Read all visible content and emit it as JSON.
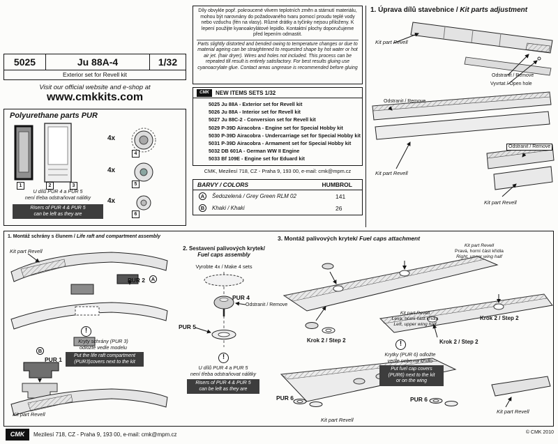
{
  "header": {
    "code": "5025",
    "title": "Ju 88A-4",
    "scale": "1/32",
    "subtitle": "Exterior set for Revell kit"
  },
  "website": {
    "promo": "Visit our official website and e-shop at",
    "url": "www.cmkkits.com"
  },
  "parts_box": {
    "title": "Polyurethane parts PUR",
    "qty": "4x",
    "tags": [
      "1",
      "2",
      "3",
      "4",
      "5",
      "6"
    ],
    "note_cz_1": "U dílů PUR 4 a PUR 5",
    "note_cz_2": "není třeba odstraňovat nálitky",
    "note_en_1": "Risers of PUR 4 & PUR 5",
    "note_en_2": "can be left as they are"
  },
  "disclaimer": {
    "cz": "Díly obvykle popř. pokroucené vlivem teplotních změn a stárnutí materiálu, mohou být narovnány do požadovaného tvaru pomocí proudu teplé vody nebo vzduchu (fén na vlasy). Různé drátky a tyčinky nejsou přiloženy. K lepení použijte kyanoakrylátové lepidlo. Kontaktní plochy doporučujeme před lepením odmastit.",
    "en": "Parts slightly distorted and bended owing to temperature changes or due to material ageing can be straightened to requested shape by hot water or hot air jet. (hair dryer). Wires and holes not included. This process can be repeated till result is entirely satisfactory. For best results gluing use cyanoacrylate glue. Contact areas ungrease is recommended before gluing"
  },
  "new_items": {
    "title": "NEW ITEMS SETS  1/32",
    "items": [
      "5025 Ju 88A - Exterior set for Revell kit",
      "5026 Ju 88A - Interior set for Revell kit",
      "5027 Ju 88C-2 - Conversion set for Revell kit",
      "5029 P-39D Airacobra - Engine set for Special Hobby kit",
      "5030 P-39D Airacobra - Undercarriage set for Special Hobby kit",
      "5031 P-39D Airacobra - Armament set for Special Hobby kit",
      "5032 DB 601A - German WW II Engine",
      "5033 Bf 109E - Engine set for Eduard kit"
    ]
  },
  "address": "CMK, Mezilesí 718, CZ - Praha 9,  193 00, e-mail: cmk@mpm.cz",
  "colors": {
    "title": "BARVY / COLORS",
    "brand": "HUMBROL",
    "rows": [
      {
        "code": "A",
        "name": "Šedozelená / Grey Green RLM 02",
        "value": "141"
      },
      {
        "code": "B",
        "name": "Khaki / Khaki",
        "value": "26"
      }
    ]
  },
  "sections": {
    "adjust": {
      "cz": "1. Úprava dílů stavebnice / ",
      "en": "Kit parts adjustment"
    },
    "s1": {
      "title_cz": "1. Montáž schrány s člunem / ",
      "title_en": "Life raft and compartment assembly",
      "pur1": "PUR 1",
      "pur2": "PUR 2",
      "note_cz_1": "Kryty schrány (PUR 3)",
      "note_cz_2": "odložte vedle modelu",
      "note_en_1": "Put the life raft compartment",
      "note_en_2": "(PUR3)covers next to the kit"
    },
    "s2": {
      "title_1": "2. Sestavení palivových krytek/",
      "title_2": "Fuel caps assembly",
      "make": "Vyrobte 4x / Make 4 sets",
      "pur4": "PUR 4",
      "pur5": "PUR 5",
      "note_cz_1": "U dílů PUR 4 a PUR 5",
      "note_cz_2": "není třeba odstraňovat nálitky",
      "note_en_1": "Risers of PUR 4 & PUR 5",
      "note_en_2": "can be left as they are"
    },
    "s3": {
      "title_cz": "3. Montáž palivových krytek/ ",
      "title_en": "Fuel caps attachment",
      "right_wing_1": "Kit part Revell",
      "right_wing_2": "Pravá, horní část křídla",
      "right_wing_3": "Right, upper wing half",
      "left_wing_1": "Kit part Revell",
      "left_wing_2": "Levá, horní část křídla",
      "left_wing_3": "Left, upper wing half",
      "step2": "Krok 2 / Step 2",
      "pur6": "PUR 6",
      "note_cz_1": "Krytky (PUR 6) odložte",
      "note_cz_2": "vedle nebo na křídlo",
      "note_en_1": "Put fuel cap covers",
      "note_en_2": "(PUR6) next to the kit",
      "note_en_3": "or on the wing"
    }
  },
  "labels": {
    "kit_part": "Kit part Revell",
    "remove": "Odstranit / Remove",
    "open_hole": "Vyvrtat / Open hole",
    "marker_a": "A",
    "marker_b": "B",
    "warning": "!"
  },
  "footer": {
    "logo": "CMK",
    "address": "Mezilesí 718, CZ - Praha 9,  193 00, e-mail: cmk@mpm.cz",
    "copyright": "© CMK 2010"
  }
}
